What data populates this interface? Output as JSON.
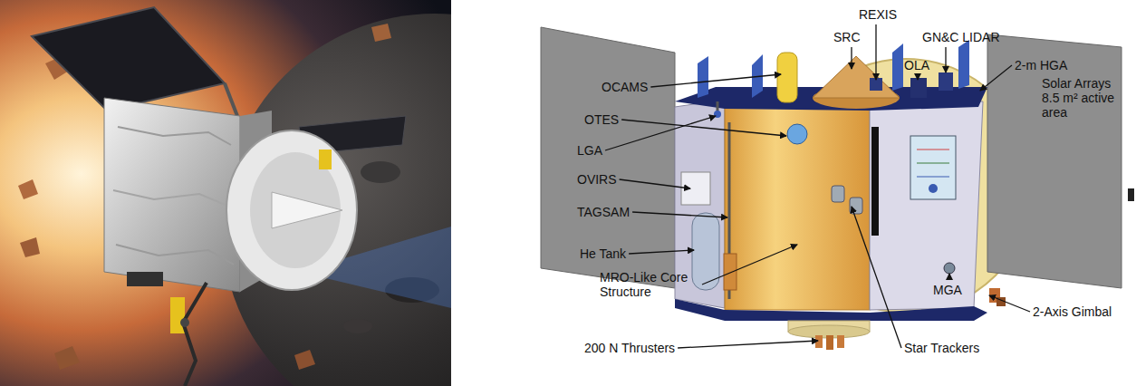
{
  "diagram": {
    "labels": [
      "OCAMS",
      "OTES",
      "LGA",
      "OVIRS",
      "TAGSAM",
      "He Tank",
      "MRO-Like Core Structure",
      "200 N Thrusters",
      "SRC",
      "REXIS",
      "OLA",
      "GN&C LIDAR",
      "2-m HGA",
      "Solar Arrays 8.5 m² active area",
      "Star Trackers",
      "MGA",
      "2-Axis Gimbal"
    ]
  }
}
